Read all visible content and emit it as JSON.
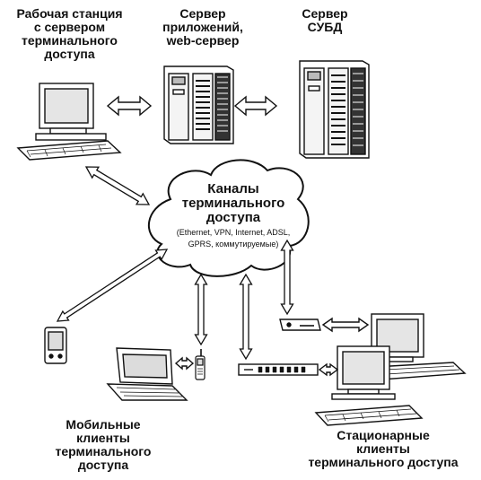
{
  "labels": {
    "workstation": [
      "Рабочая станция",
      "с сервером",
      "терминального",
      "доступа"
    ],
    "app_server": [
      "Сервер",
      "приложений,",
      "web-сервер"
    ],
    "db_server": [
      "Сервер",
      "СУБД"
    ],
    "mobile_clients": [
      "Мобильные",
      "клиенты",
      "терминального",
      "доступа"
    ],
    "stationary_clients": [
      "Стационарные",
      "клиенты",
      "терминального доступа"
    ]
  },
  "cloud": {
    "title": [
      "Каналы",
      "терминального",
      "доступа"
    ],
    "subtitle": [
      "(Ethernet, VPN, Internet, ADSL,",
      "GPRS, коммутируемые)"
    ]
  },
  "colors": {
    "ink": "#111111",
    "arrow_fill": "#ffffff",
    "screen": "#dcdcdc",
    "panel": "#f2f2f2"
  }
}
